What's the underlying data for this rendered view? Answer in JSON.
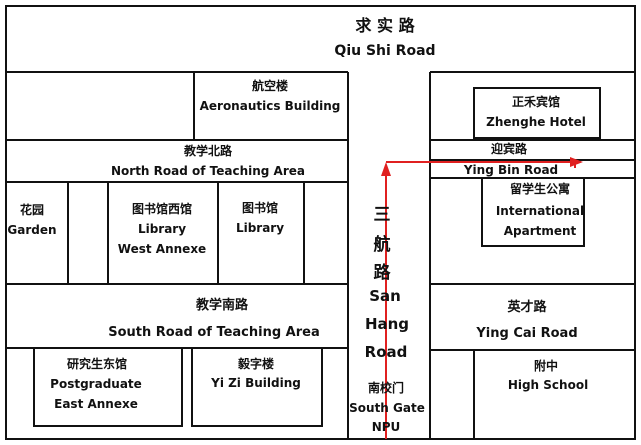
{
  "colors": {
    "line": "#111111",
    "route": "#e02020",
    "background": "#ffffff"
  },
  "roads": {
    "qiushi": {
      "cn": "求 实 路",
      "en": "Qiu Shi Road"
    },
    "north_teaching": {
      "cn": "教学北路",
      "en": "North Road of Teaching Area"
    },
    "south_teaching": {
      "cn": "教学南路",
      "en": "South Road of Teaching Area"
    },
    "yingbin": {
      "cn": "迎宾路",
      "en": "Ying Bin Road"
    },
    "yingcai": {
      "cn": "英才路",
      "en": "Ying Cai Road"
    },
    "sanhang": {
      "cn1": "三",
      "cn2": "航",
      "cn3": "路",
      "en1": "San",
      "en2": "Hang",
      "en3": "Road"
    }
  },
  "buildings": {
    "aeronautics": {
      "cn": "航空楼",
      "en": "Aeronautics Building"
    },
    "garden": {
      "cn": "花园",
      "en": "Garden"
    },
    "library_west": {
      "cn": "图书馆西馆",
      "en1": "Library",
      "en2": "West Annexe"
    },
    "library": {
      "cn": "图书馆",
      "en": "Library"
    },
    "postgrad": {
      "cn": "研究生东馆",
      "en1": "Postgraduate",
      "en2": "East Annexe"
    },
    "yizi": {
      "cn": "毅字楼",
      "en": "Yi Zi Building"
    },
    "zhenghe": {
      "cn": "正禾宾馆",
      "en": "Zhenghe Hotel"
    },
    "intl": {
      "cn": "留学生公寓",
      "en1": "International",
      "en2": "Apartment"
    },
    "highschool": {
      "cn": "附中",
      "en": "High School"
    }
  },
  "gate": {
    "cn": "南校门",
    "en1": "South Gate",
    "en2": "NPU"
  }
}
